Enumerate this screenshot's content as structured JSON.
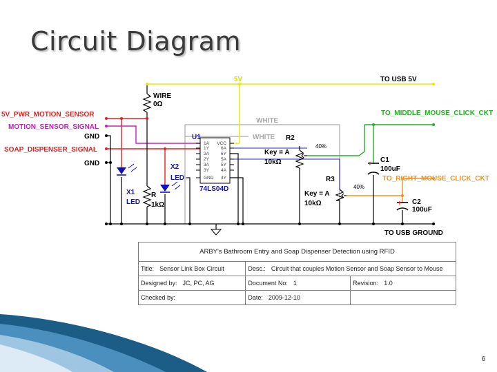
{
  "slide": {
    "title": "Circuit Diagram",
    "page_number": "6"
  },
  "schematic": {
    "net_5v": "5V",
    "to_usb_5v": "TO USB 5V",
    "to_middle_click": "TO_MIDDLE_MOUSE_CLICK_CKT",
    "to_right_click": "TO_RIGHT_MOUSE_CLICK_CKT",
    "to_usb_ground": "TO USB GROUND",
    "in_5v_pwr": "5V_PWR_MOTION_SENSOR",
    "in_motion_signal": "MOTION_SENSOR_SIGNAL",
    "in_gnd_1": "GND",
    "in_soap_signal": "SOAP_DISPENSER_SIGNAL",
    "in_gnd_2": "GND",
    "wire_name": "WIRE",
    "wire_value": "0Ω",
    "white_1": "WHITE",
    "white_2": "WHITE",
    "u1": "U1",
    "chip_part": "74LS04D",
    "chip_pins_left": [
      "1A",
      "1Y",
      "2A",
      "2Y",
      "3A",
      "3Y",
      "GND"
    ],
    "chip_pins_right": [
      "VCC",
      "6A",
      "6Y",
      "5A",
      "5Y",
      "4A",
      "4Y"
    ],
    "r2": "R2",
    "r2_key": "Key = A",
    "r2_value": "10kΩ",
    "r2_pct": "40%",
    "r3": "R3",
    "r3_key": "Key = A",
    "r3_value": "10kΩ",
    "r3_pct": "40%",
    "x1": "X1",
    "x1_type": "LED",
    "x2": "X2",
    "x2_type": "LED",
    "r": "R",
    "r_value": "1kΩ",
    "c1": "C1",
    "c1_value": "100uF",
    "c2": "C2",
    "c2_value": "100uF",
    "plus": "+",
    "colors": {
      "yellow": "#e8e800",
      "green": "#22b022",
      "orange": "#f09020",
      "red": "#e02020",
      "magenta": "#c020c0",
      "blue": "#1010c0",
      "gray": "#a8a8a8",
      "black": "#000000"
    }
  },
  "title_block": {
    "header": "ARBY's Bathroom Entry and Soap Dispenser Detection using RFID",
    "title_label": "Title:",
    "title_value": "Sensor Link Box Circuit",
    "desc_label": "Desc.:",
    "desc_value": "Circuit that couples Motion Sensor and Soap Sensor to Mouse",
    "designed_label": "Designed by:",
    "designed_value": "JC, PC, AG",
    "docno_label": "Document No:",
    "docno_value": "1",
    "revision_label": "Revision:",
    "revision_value": "1.0",
    "checked_label": "Checked by:",
    "date_label": "Date:",
    "date_value": "2009-12-10"
  }
}
